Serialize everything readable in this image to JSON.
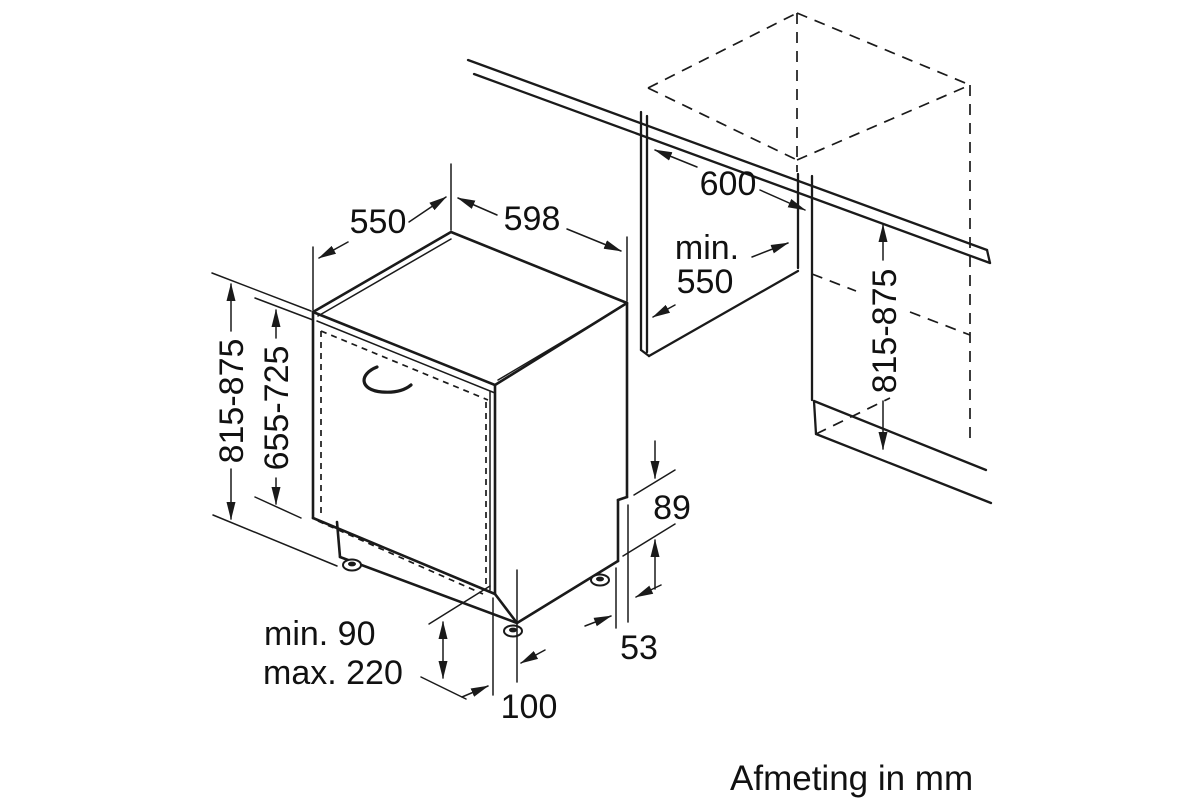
{
  "figure": {
    "caption": "Afmeting in mm",
    "labels": {
      "top_depth": "550",
      "top_width": "598",
      "niche_depth": "600",
      "niche_min_width_l1": "min.",
      "niche_min_width_l2": "550",
      "appliance_height": "815-875",
      "door_panel_height": "655-725",
      "niche_height": "815-875",
      "rear_step_height": "89",
      "rear_foot_offset": "53",
      "front_foot_depth": "100",
      "plinth_min": "min. 90",
      "plinth_max": "max. 220"
    }
  }
}
